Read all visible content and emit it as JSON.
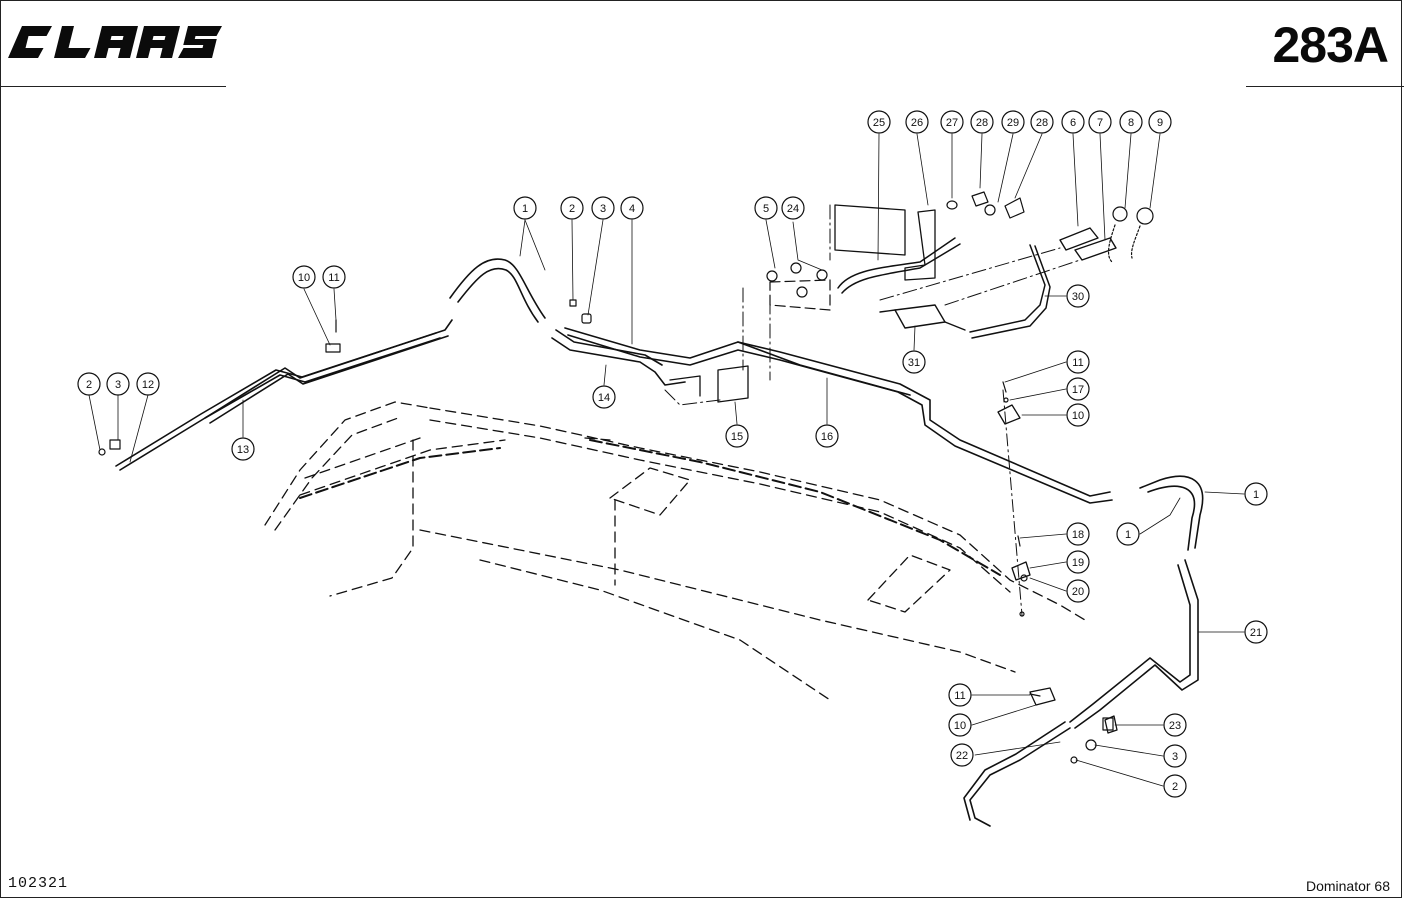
{
  "header": {
    "brand": "CLAAS",
    "page_code": "283A"
  },
  "footer": {
    "drawing_number": "102321",
    "model": "Dominator 68"
  },
  "callouts": [
    {
      "id": "c25",
      "label": "25"
    },
    {
      "id": "c26",
      "label": "26"
    },
    {
      "id": "c27",
      "label": "27"
    },
    {
      "id": "c28a",
      "label": "28"
    },
    {
      "id": "c29",
      "label": "29"
    },
    {
      "id": "c28b",
      "label": "28"
    },
    {
      "id": "c6",
      "label": "6"
    },
    {
      "id": "c7",
      "label": "7"
    },
    {
      "id": "c8",
      "label": "8"
    },
    {
      "id": "c9",
      "label": "9"
    },
    {
      "id": "c1a",
      "label": "1"
    },
    {
      "id": "c2a",
      "label": "2"
    },
    {
      "id": "c3a",
      "label": "3"
    },
    {
      "id": "c4",
      "label": "4"
    },
    {
      "id": "c5",
      "label": "5"
    },
    {
      "id": "c24",
      "label": "24"
    },
    {
      "id": "c10a",
      "label": "10"
    },
    {
      "id": "c11a",
      "label": "11"
    },
    {
      "id": "c2b",
      "label": "2"
    },
    {
      "id": "c3b",
      "label": "3"
    },
    {
      "id": "c12",
      "label": "12"
    },
    {
      "id": "c13",
      "label": "13"
    },
    {
      "id": "c14",
      "label": "14"
    },
    {
      "id": "c15",
      "label": "15"
    },
    {
      "id": "c16",
      "label": "16"
    },
    {
      "id": "c30",
      "label": "30"
    },
    {
      "id": "c31",
      "label": "31"
    },
    {
      "id": "c11b",
      "label": "11"
    },
    {
      "id": "c17",
      "label": "17"
    },
    {
      "id": "c10b",
      "label": "10"
    },
    {
      "id": "c1b",
      "label": "1"
    },
    {
      "id": "c1c",
      "label": "1"
    },
    {
      "id": "c18",
      "label": "18"
    },
    {
      "id": "c19",
      "label": "19"
    },
    {
      "id": "c20",
      "label": "20"
    },
    {
      "id": "c21",
      "label": "21"
    },
    {
      "id": "c11c",
      "label": "11"
    },
    {
      "id": "c10c",
      "label": "10"
    },
    {
      "id": "c22",
      "label": "22"
    },
    {
      "id": "c23",
      "label": "23"
    },
    {
      "id": "c3c",
      "label": "3"
    },
    {
      "id": "c2c",
      "label": "2"
    }
  ]
}
